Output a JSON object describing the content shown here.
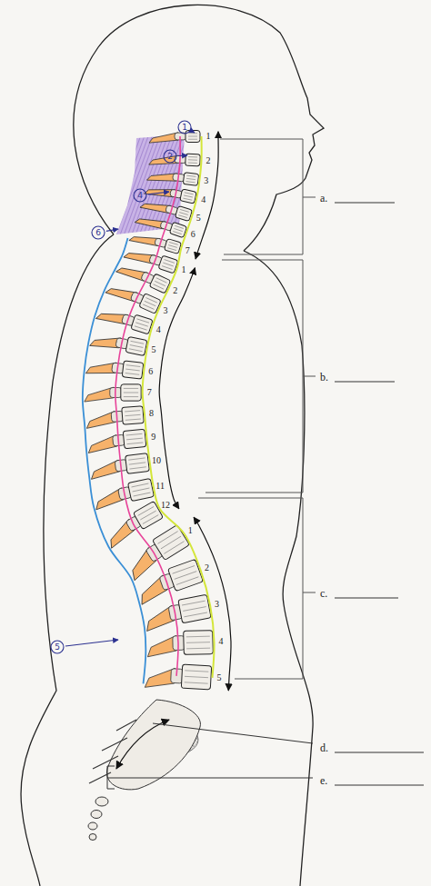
{
  "diagram": {
    "nodes": [
      {
        "text": [
          "1"
        ]
      },
      {
        "text": [
          "2"
        ]
      },
      {
        "text": [
          "4"
        ]
      },
      {
        "text": [
          "6"
        ]
      },
      {
        "text": [
          "5"
        ]
      }
    ],
    "labels": [
      "1",
      "2",
      "3",
      "4",
      "5",
      "6",
      "7",
      "1",
      "2",
      "3",
      "4",
      "5",
      "6",
      "7",
      "8",
      "9",
      "10",
      "11",
      "12",
      "1",
      "2",
      "3",
      "4",
      "5",
      "a.",
      "b.",
      "c.",
      "d.",
      "e."
    ]
  }
}
